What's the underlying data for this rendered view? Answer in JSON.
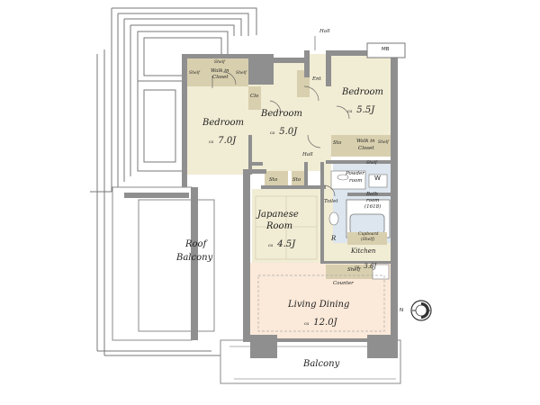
{
  "rooms": {
    "bedroom1": {
      "name": "Bedroom",
      "size_prefix": "ca",
      "size": "7.0J"
    },
    "bedroom2": {
      "name": "Bedroom",
      "size_prefix": "ca",
      "size": "5.0J"
    },
    "bedroom3": {
      "name": "Bedroom",
      "size_prefix": "ca",
      "size": "5.5J"
    },
    "japanese": {
      "name_line1": "Japanese",
      "name_line2": "Room",
      "size_prefix": "ca",
      "size": "4.5J"
    },
    "living": {
      "name": "Living Dining",
      "size_prefix": "ca",
      "size": "12.0J"
    },
    "kitchen": {
      "name": "Kitchen",
      "size_prefix": "ca",
      "size": "3.6J"
    }
  },
  "labels": {
    "roof_line1": "Roof",
    "roof_line2": "Balcony",
    "balcony": "Balcony",
    "hall_top": "Hall",
    "hall_mid": "Hall",
    "mb": "MB",
    "ent": "Ent",
    "clo": "Clo",
    "shelf_a": "Shelf",
    "shelf_b": "Shelf",
    "shelf_c": "Shelf",
    "shelf_d": "Shelf",
    "shelf_e": "Shelf",
    "walkin1_line1": "Walk in",
    "walkin1_line2": "Closet",
    "walkin2_line1": "Walk in",
    "walkin2_line2": "Closet",
    "sto1": "Sto",
    "sto2": "Sto",
    "sto3": "Sto",
    "powder_line1": "Powder",
    "powder_line2": "room",
    "w": "W",
    "bath_line1": "Bath",
    "bath_line2": "room",
    "bath_line3": "(1618)",
    "toilet": "Toilet",
    "r": "R",
    "cupboard_line1": "Cupboard",
    "cupboard_line2": "(Shelf)",
    "shelf_kitchen": "Shelf",
    "counter": "Counter",
    "compass": "N"
  },
  "colors": {
    "wall": "#8f8f8f",
    "room_beige": "#f1ecd4",
    "closet_tan": "#d8cfae",
    "wet_blue": "#dde6ee",
    "living_peach": "#fbe9d9",
    "outline": "#666666"
  }
}
